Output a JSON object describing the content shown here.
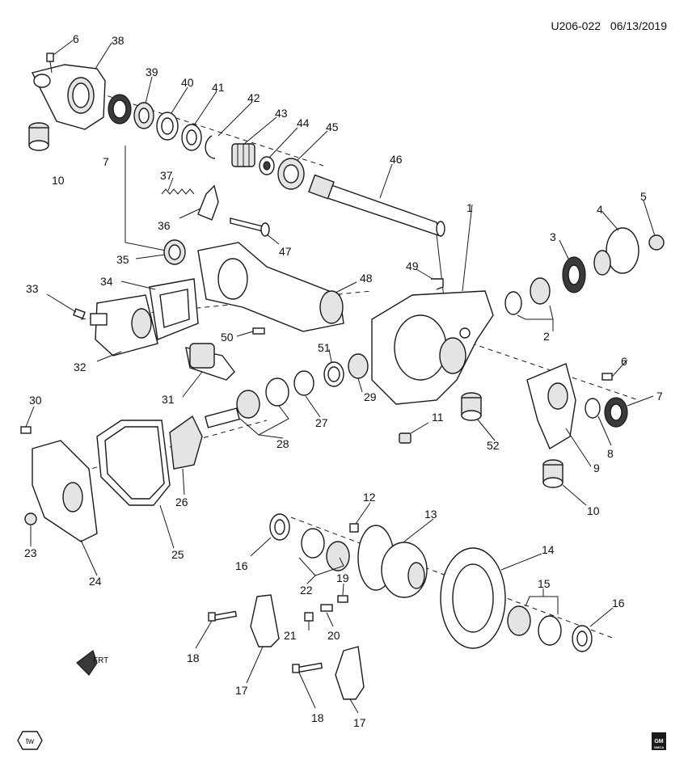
{
  "header": {
    "code": "U206-022",
    "date": "06/13/2019"
  },
  "direction_label": "FRT",
  "tw_badge": "tw",
  "logo": {
    "text": "GM",
    "sub": "GMCA"
  },
  "callouts": {
    "c1": "1",
    "c2": "2",
    "c3": "3",
    "c4": "4",
    "c5": "5",
    "c6a": "6",
    "c6b": "6",
    "c7a": "7",
    "c7b": "7",
    "c8": "8",
    "c9": "9",
    "c10a": "10",
    "c10b": "10",
    "c11": "11",
    "c12": "12",
    "c13": "13",
    "c14": "14",
    "c15": "15",
    "c16a": "16",
    "c16b": "16",
    "c17a": "17",
    "c17b": "17",
    "c18a": "18",
    "c18b": "18",
    "c19": "19",
    "c20": "20",
    "c21": "21",
    "c22": "22",
    "c23": "23",
    "c24": "24",
    "c25": "25",
    "c26": "26",
    "c27": "27",
    "c28": "28",
    "c29": "29",
    "c30": "30",
    "c31": "31",
    "c32": "32",
    "c33": "33",
    "c34": "34",
    "c35": "35",
    "c36": "36",
    "c37": "37",
    "c38": "38",
    "c39": "39",
    "c40": "40",
    "c41": "41",
    "c42": "42",
    "c43": "43",
    "c44": "44",
    "c45": "45",
    "c46": "46",
    "c47": "47",
    "c48": "48",
    "c49": "49",
    "c50": "50",
    "c51": "51",
    "c52": "52"
  }
}
